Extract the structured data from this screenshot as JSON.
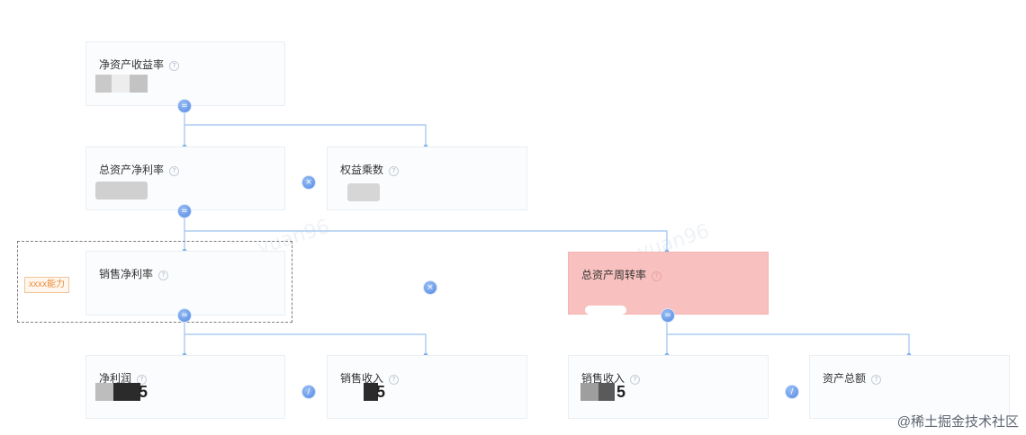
{
  "nodes": {
    "roe": {
      "title": "净资产收益率"
    },
    "roa": {
      "title": "总资产净利率"
    },
    "equity_multiplier": {
      "title": "权益乘数"
    },
    "net_margin": {
      "title": "销售净利率"
    },
    "asset_turnover": {
      "title": "总资产周转率"
    },
    "net_profit": {
      "title": "净利润",
      "value_tail": "5"
    },
    "sales_revenue_1": {
      "title": "销售收入",
      "value_tail": "5"
    },
    "sales_revenue_2": {
      "title": "销售收入",
      "value_tail": "5"
    },
    "total_assets": {
      "title": "资产总额"
    }
  },
  "operators": {
    "equals": "=",
    "multiply": "×",
    "divide": "/"
  },
  "capability_tag": "xxxx能力",
  "watermark_text": "yuan96",
  "attribution": "@稀土掘金技术社区",
  "colors": {
    "node_bg": "#fafcfe",
    "highlight_bg": "#f8c1bf",
    "connector": "#9cc2ee",
    "operator": "#4f86e4",
    "tag_text": "#e98a3a"
  }
}
